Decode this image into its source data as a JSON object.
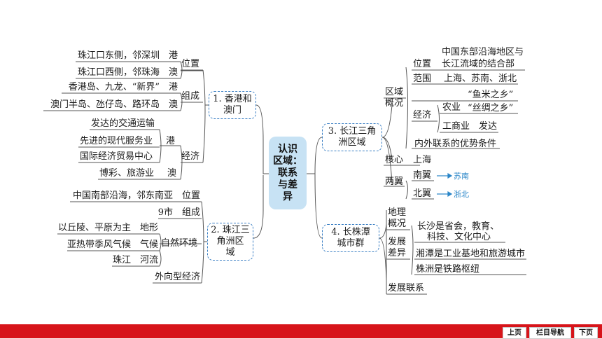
{
  "center": {
    "lines": [
      "认识",
      "区域：",
      "联系",
      "与差",
      "异"
    ]
  },
  "branch1": {
    "title": [
      "1. 香港和",
      "澳门"
    ],
    "position": {
      "label": "位置",
      "items": [
        "珠江口东侧，邻深圳　港",
        "珠江口西侧，邻珠海　澳"
      ]
    },
    "composition": {
      "label": "组成",
      "items": [
        "香港岛、九龙、“新界”　港",
        "澳门半岛、氹仔岛、路环岛　澳"
      ]
    },
    "economy": {
      "label": "经济",
      "hk_items": [
        "发达的交通运输",
        "先进的现代服务业",
        "国际经济贸易中心"
      ],
      "hk": "港",
      "macau_item": "博彩、旅游业",
      "macau": "澳"
    }
  },
  "branch2": {
    "title": [
      "2. 珠江三",
      "角洲区",
      "域"
    ],
    "items": [
      "中国南部沿海，邻东南亚　位置",
      "9市　组成",
      "以丘陵、平原为主　地形",
      "亚热带季风气候　气候",
      "珠江　河流",
      "外向型经济"
    ],
    "nature_label": "自然环境"
  },
  "branch3": {
    "title": [
      "3. 长江三角",
      "洲区域"
    ],
    "overview": {
      "label": [
        "区域",
        "概况"
      ],
      "position": {
        "label": "位置",
        "lines": [
          "中国东部沿海地区与",
          "长江流域的结合部"
        ]
      },
      "scope": {
        "label": "范围",
        "value": "上海、苏南、浙北"
      },
      "economy": {
        "label": "经济",
        "agri": "农业",
        "rice": "“鱼米之乡”",
        "silk": "“丝绸之乡”",
        "industry": "工商业　发达"
      },
      "advantage": "内外联系的优势条件"
    },
    "core": {
      "label": "核心",
      "value": "上海"
    },
    "wings": {
      "label": "两翼",
      "south": "南翼",
      "south_val": "苏南",
      "north": "北翼",
      "north_val": "浙北"
    }
  },
  "branch4": {
    "title": [
      "4. 长株潭",
      "城市群"
    ],
    "geo": [
      "地理",
      "概况"
    ],
    "dev_diff": {
      "label": [
        "发展",
        "差异"
      ],
      "items": [
        [
          "长沙是省会，教育、",
          "科技、文化中心"
        ],
        [
          "湘潭是工业基地和旅游城市"
        ],
        [
          "株洲是铁路枢纽"
        ]
      ]
    },
    "dev_link": "发展联系"
  },
  "footer": {
    "prev": "上页",
    "nav": "栏目导航",
    "next": "下页"
  },
  "colors": {
    "box_border": "#3a7fc4",
    "center_fill": "#c7e2f4",
    "footer": "#d7141a",
    "arrow": "#2a86c8"
  }
}
